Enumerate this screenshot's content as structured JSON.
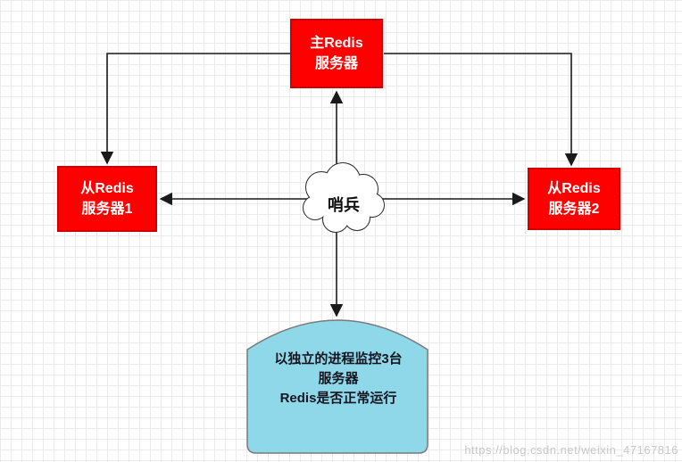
{
  "nodes": {
    "master": {
      "line1": "主Redis",
      "line2": "服务器"
    },
    "slave1": {
      "line1": "从Redis",
      "line2": "服务器1"
    },
    "slave2": {
      "line1": "从Redis",
      "line2": "服务器2"
    },
    "sentinel": {
      "label": "哨兵"
    },
    "monitor": {
      "line1": "以独立的进程监控3台",
      "line2": "服务器",
      "line3": "Redis是否正常运行"
    }
  },
  "colors": {
    "node_fill": "#fe0000",
    "node_border": "#cf0000",
    "node_text": "#ffffff",
    "monitor_fill": "#8fd8ea",
    "monitor_text": "#15151f",
    "arrow": "#1a1a1a",
    "grid_line": "#ebebeb"
  },
  "watermark": "https://blog.csdn.net/weixin_47167816"
}
